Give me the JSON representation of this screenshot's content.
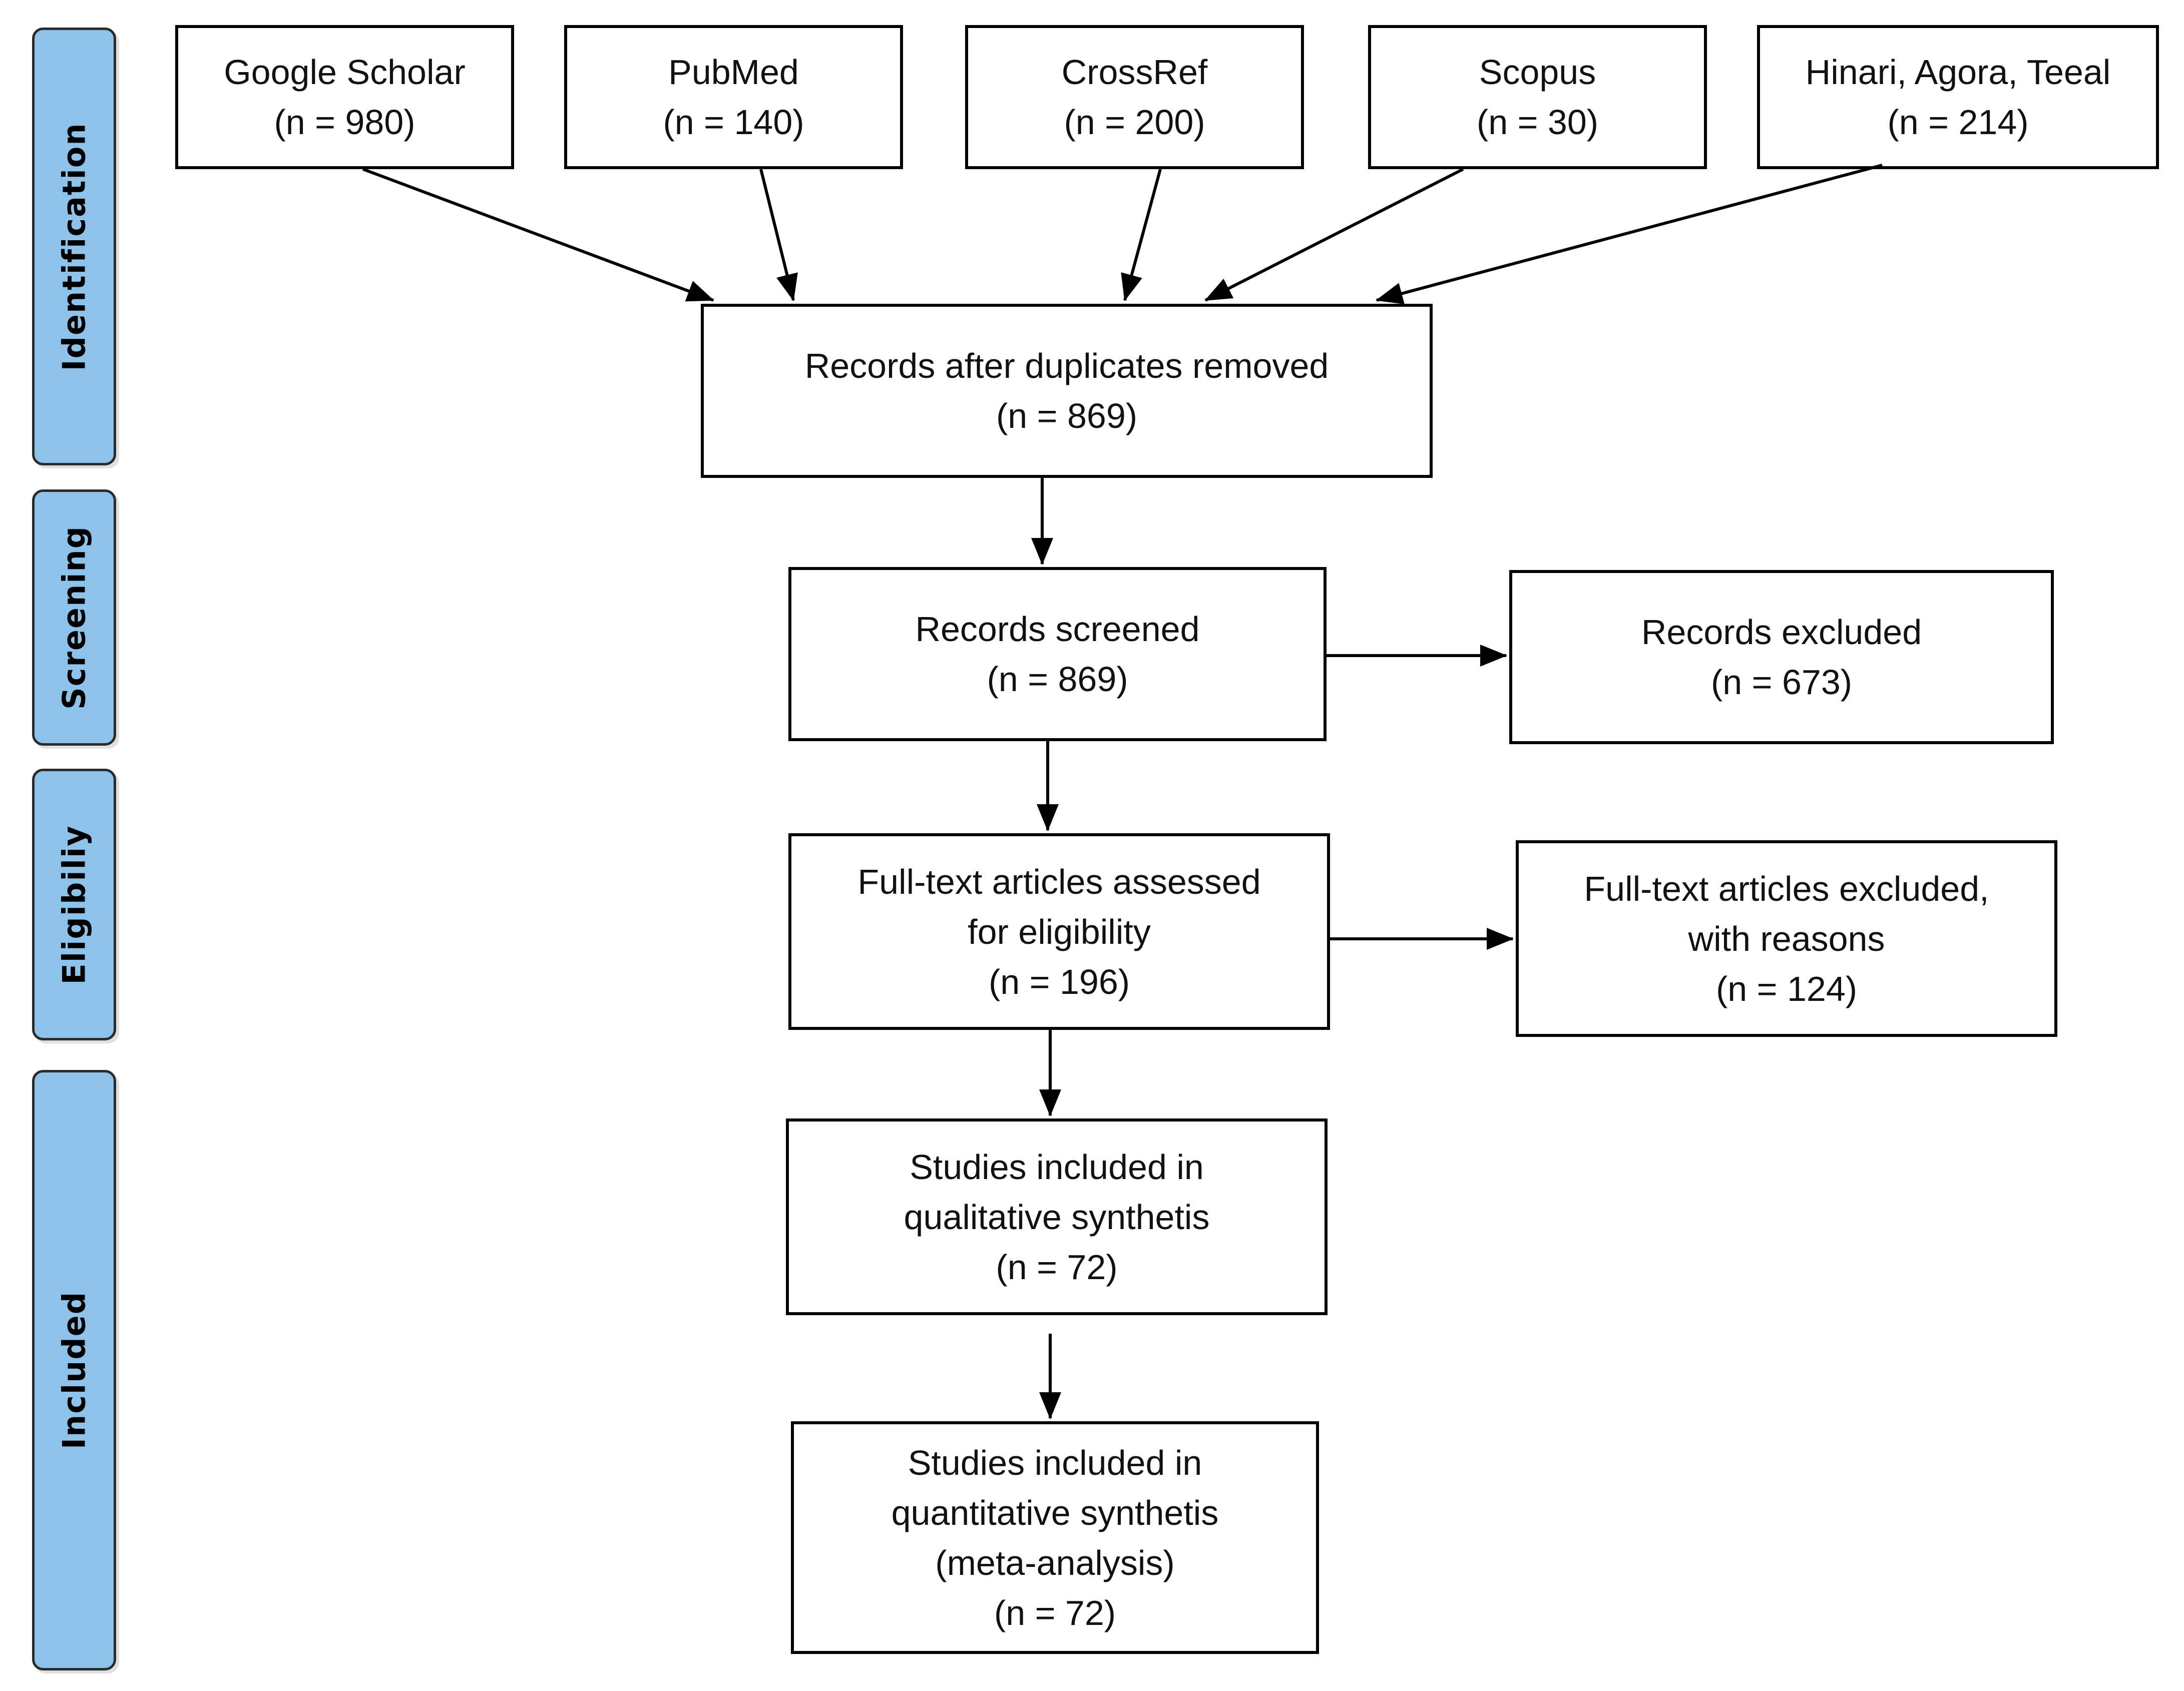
{
  "phases": [
    {
      "id": "identification",
      "label": "Identification"
    },
    {
      "id": "screening",
      "label": "Screening"
    },
    {
      "id": "eligibility",
      "label": "Eligibiliy"
    },
    {
      "id": "included",
      "label": "Included"
    }
  ],
  "sources": [
    {
      "name": "Google Scholar",
      "count": "(n = 980)"
    },
    {
      "name": "PubMed",
      "count": "(n = 140)"
    },
    {
      "name": "CrossRef",
      "count": "(n = 200)"
    },
    {
      "name": "Scopus",
      "count": "(n = 30)"
    },
    {
      "name": "Hinari, Agora, Teeal",
      "count": "(n = 214)"
    }
  ],
  "after_duplicates": {
    "lines": [
      "Records after duplicates removed",
      "(n = 869)"
    ]
  },
  "screened": {
    "lines": [
      "Records screened",
      "(n = 869)"
    ]
  },
  "excluded": {
    "lines": [
      "Records excluded",
      "(n = 673)"
    ]
  },
  "fulltext_assessed": {
    "lines": [
      "Full-text articles assessed",
      "for eligibility",
      "(n = 196)"
    ]
  },
  "fulltext_excluded": {
    "lines": [
      "Full-text articles excluded,",
      "with reasons",
      "(n = 124)"
    ]
  },
  "qualitative": {
    "lines": [
      "Studies included in",
      "qualitative synthetis",
      "(n = 72)"
    ]
  },
  "quantitative": {
    "lines": [
      "Studies included in",
      "quantitative synthetis",
      "(meta-analysis)",
      "(n = 72)"
    ]
  }
}
